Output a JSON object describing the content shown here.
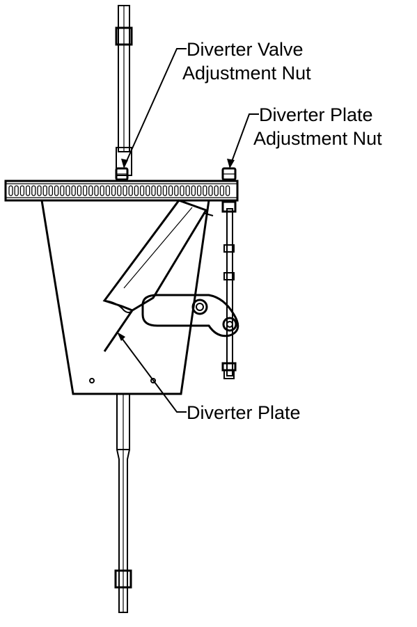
{
  "labels": {
    "valve_nut": {
      "line1": "Diverter Valve",
      "line2": "Adjustment Nut"
    },
    "plate_nut": {
      "line1": "Diverter Plate",
      "line2": "Adjustment Nut"
    },
    "plate": {
      "line1": "Diverter Plate"
    }
  },
  "colors": {
    "ink": "#000000",
    "paper": "#ffffff"
  }
}
